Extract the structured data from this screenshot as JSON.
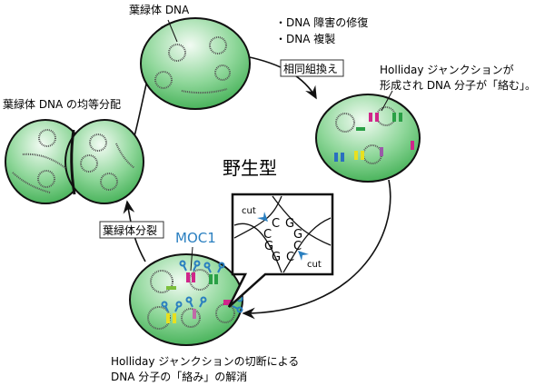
{
  "labels": {
    "top_cell": "葉緑体 DNA",
    "repair": "・DNA 障害の修復",
    "replication": "・DNA 複製",
    "recombination": "相同組換え",
    "holliday_line1": "Holliday ジャンクションが",
    "holliday_line2": "形成され DNA 分子が「絡む」。",
    "distribution": "葉緑体 DNA の均等分配",
    "center_title": "野生型",
    "division": "葉緑体分裂",
    "moc1": "MOC1",
    "cut1": "cut",
    "cut2": "cut",
    "bottom_line1": "Holliday ジャンクションの切断による",
    "bottom_line2": "DNA 分子の「絡み」の解消"
  },
  "inset_bases": [
    "C",
    "G",
    "C",
    "G",
    "G",
    "C",
    "G",
    "C"
  ],
  "colors": {
    "cell": "#5cc36a",
    "moc1": "#2a7fc0",
    "magenta": "#d0258a",
    "green": "#2aa046",
    "blue": "#2a6fc0",
    "yellow": "#e8e020"
  }
}
